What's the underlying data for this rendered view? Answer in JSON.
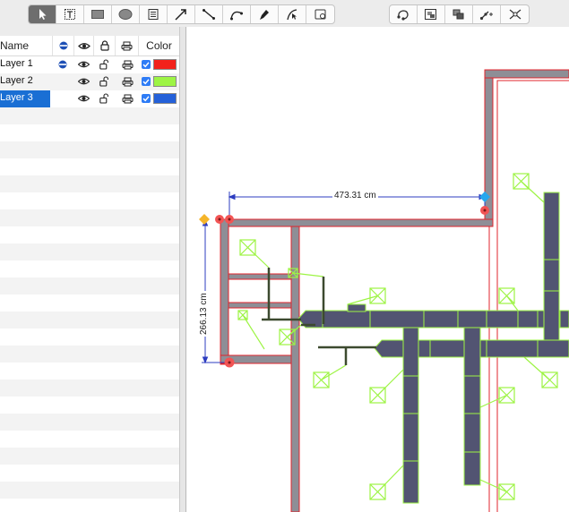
{
  "toolbar": {
    "group1": [
      {
        "icon": "pointer-icon",
        "active": true
      },
      {
        "icon": "text-tool-icon"
      },
      {
        "icon": "rectangle-tool-icon"
      },
      {
        "icon": "ellipse-tool-icon"
      },
      {
        "icon": "note-tool-icon"
      },
      {
        "icon": "arrow-tool-icon"
      },
      {
        "icon": "line-tool-icon"
      },
      {
        "icon": "arc-tool-icon"
      },
      {
        "icon": "pen-tool-icon"
      },
      {
        "icon": "bezier-tool-icon"
      },
      {
        "icon": "shape-library-icon"
      }
    ],
    "group2": [
      {
        "icon": "rotate-path-icon"
      },
      {
        "icon": "group-icon"
      },
      {
        "icon": "ungroup-icon"
      },
      {
        "icon": "add-point-icon"
      },
      {
        "icon": "split-path-icon"
      }
    ]
  },
  "layers": {
    "headers": {
      "name": "Name",
      "color": "Color"
    },
    "header_icons": [
      "active-layer-icon",
      "visibility-eye-icon",
      "lock-icon",
      "print-icon"
    ],
    "rows": [
      {
        "name": "Layer 1",
        "active": true,
        "visible": true,
        "unlocked": true,
        "printable": true,
        "checked": true,
        "color": "#f2221c",
        "selected": false
      },
      {
        "name": "Layer 2",
        "active": false,
        "visible": true,
        "unlocked": true,
        "printable": true,
        "checked": true,
        "color": "#9df444",
        "selected": false
      },
      {
        "name": "Layer 3",
        "active": false,
        "visible": true,
        "unlocked": true,
        "printable": true,
        "checked": true,
        "color": "#2561d9",
        "selected": true
      }
    ]
  },
  "drawing": {
    "dimension_horizontal": "473.31 cm",
    "dimension_vertical": "266.13 cm",
    "colors": {
      "wall": "#8e8e96",
      "wall_edge": "#e0242c",
      "duct": "#525472",
      "duct_edge": "#9df444",
      "dimension": "#2c3cc0",
      "handle": "#f25454",
      "handle_selected": "#27a7ee",
      "anchor": "#f5b52a"
    }
  }
}
